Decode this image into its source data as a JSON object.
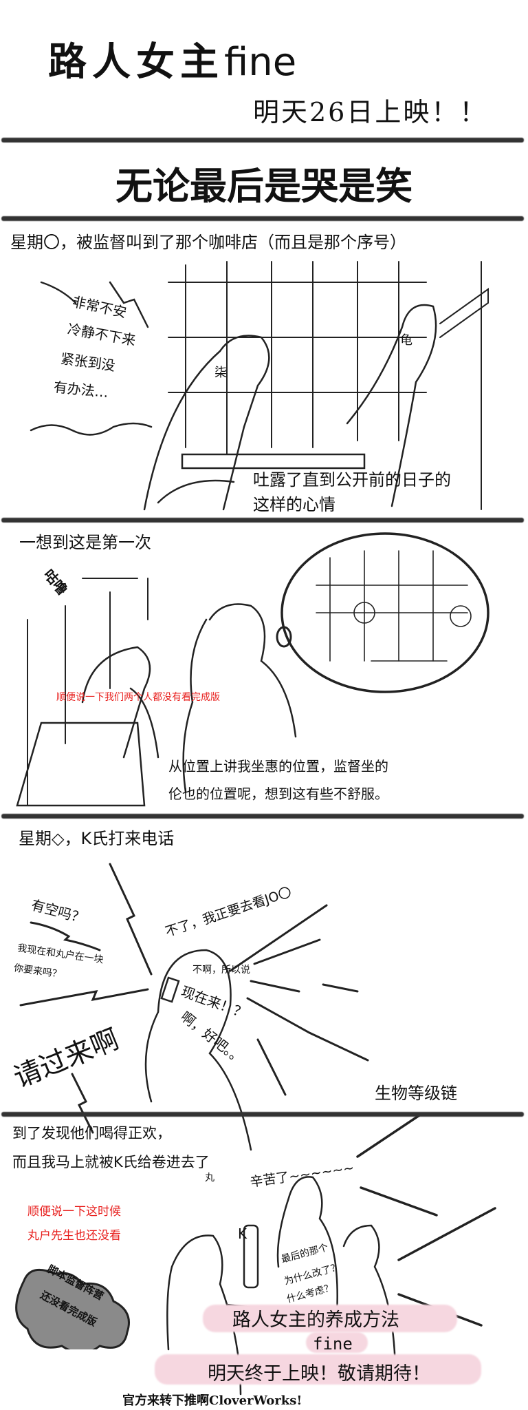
{
  "header": {
    "title": "路人女主",
    "title_suffix": "fine",
    "release_note": "明天26日上映！！",
    "headline": "无论最后是哭是笑"
  },
  "panel1": {
    "caption": "星期〇，被监督叫到了那个咖啡店（而且是那个序号）",
    "thought_lines": [
      "非常不安",
      "冷静不下来",
      "紧张到没",
      "有办法…"
    ],
    "head_label_left": "柒",
    "head_label_right": "龟",
    "narration_lines": [
      "吐露了直到公开前的日子的",
      "这样的心情"
    ]
  },
  "panel2": {
    "caption": "一想到这是第一次",
    "sfx": "咕噜",
    "red_note": "顺便说一下我们两个人都没有看完成版",
    "narration_lines": [
      "从位置上讲我坐惠的位置，监督坐的",
      "伦也的位置呢，想到这有些不舒服。"
    ]
  },
  "panel3": {
    "caption": "星期◇，K氏打来电话",
    "left_lines": [
      "有空吗？",
      "我现在和丸户在一块",
      "你要来吗？",
      "请过来啊"
    ],
    "right_lines": [
      "不了，我正要去看JO〇",
      "不啊，所以说",
      "现在来！？",
      "啊，好吧。。"
    ],
    "footer": "生物等级链"
  },
  "panel4": {
    "caption_lines": [
      "到了发现他们喝得正欢，",
      "而且我马上就被K氏给卷进去了"
    ],
    "red_note_lines": [
      "顺便说一下这时候",
      "丸户先生也还没看"
    ],
    "shout": "辛苦了~~~~~~",
    "head_label_maru": "丸",
    "head_label_k": "K",
    "question_lines": [
      "最后的那个",
      "为什么改了？",
      "什么考虑？"
    ],
    "cloud_lines": [
      "脚本监督阵营",
      "还没看完成版"
    ],
    "promo_title": "路人女主的养成方法",
    "promo_sub": "fine",
    "promo_release": "明天终于上映！敬请期待！",
    "credit": "官方来转下推啊CloverWorks!"
  },
  "colors": {
    "ink": "#111111",
    "red_note": "#e8211f",
    "pink_band": "#f6d7e0",
    "cloud_gray": "#8a8a8a"
  }
}
